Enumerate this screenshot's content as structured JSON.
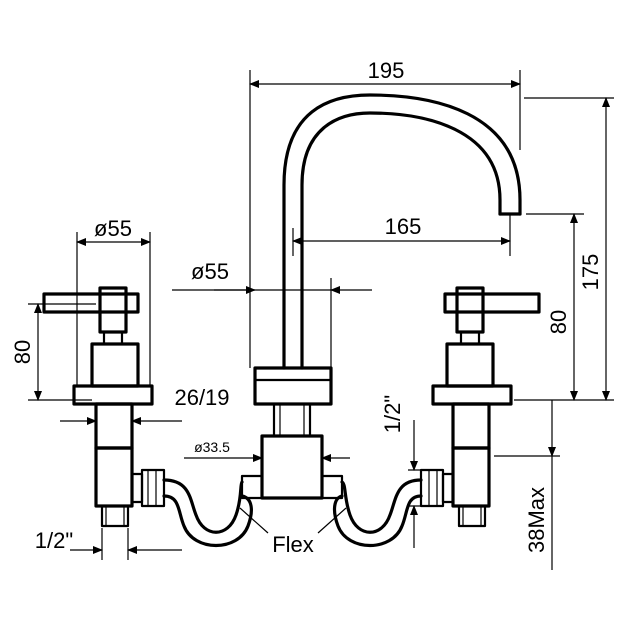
{
  "dimensions": {
    "overall_width": "195",
    "spout_reach": "165",
    "overall_height": "175",
    "spout_height": "80",
    "handle_height": "80",
    "handle_diameter": "ø55",
    "spout_diameter": "ø55",
    "body_diameter": "ø33.5",
    "deck_thickness": "26/19",
    "inlet_thread_left": "1/2\"",
    "inlet_thread_right": "1/2\"",
    "max_deck": "38Max"
  },
  "labels": {
    "flex": "Flex"
  },
  "colors": {
    "line": "#000000",
    "background": "#ffffff"
  }
}
